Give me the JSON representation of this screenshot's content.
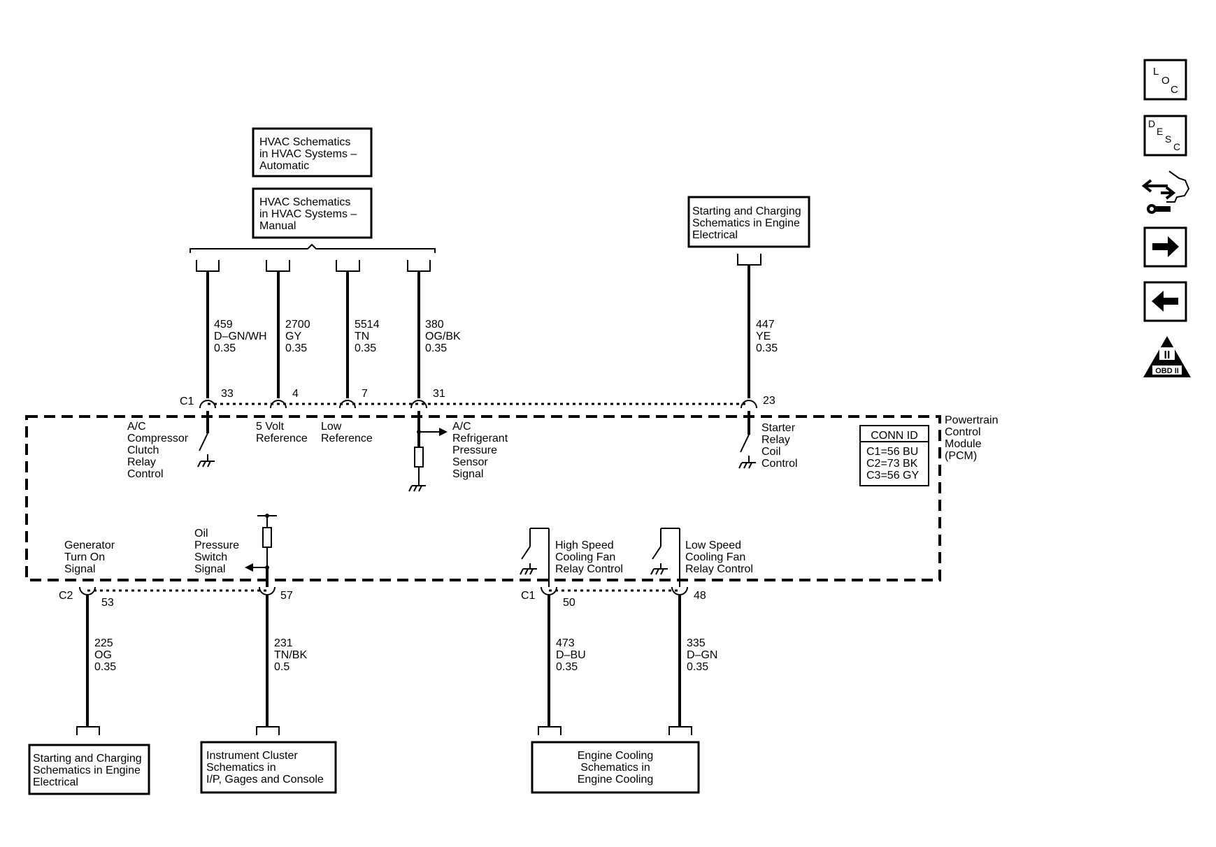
{
  "references": {
    "hvac_auto": [
      "HVAC Schematics",
      "in HVAC Systems –",
      "Automatic"
    ],
    "hvac_manual": [
      "HVAC Schematics",
      "in HVAC Systems –",
      "Manual"
    ],
    "starting_top": [
      "Starting and Charging",
      "Schematics in Engine",
      "Electrical"
    ],
    "starting_bottom": [
      "Starting and Charging",
      "Schematics in Engine",
      "Electrical"
    ],
    "instrument": [
      "Instrument Cluster",
      "Schematics in",
      "I/P, Gages and Console"
    ],
    "engine_cooling": [
      "Engine Cooling",
      "Schematics in",
      "Engine Cooling"
    ]
  },
  "wires": {
    "w459": [
      "459",
      "D–GN/WH",
      "0.35"
    ],
    "w2700": [
      "2700",
      "GY",
      "0.35"
    ],
    "w5514": [
      "5514",
      "TN",
      "0.35"
    ],
    "w380": [
      "380",
      "OG/BK",
      "0.35"
    ],
    "w447": [
      "447",
      "YE",
      "0.35"
    ],
    "w225": [
      "225",
      "OG",
      "0.35"
    ],
    "w231": [
      "231",
      "TN/BK",
      "0.5"
    ],
    "w473": [
      "473",
      "D–BU",
      "0.35"
    ],
    "w335": [
      "335",
      "D–GN",
      "0.35"
    ]
  },
  "connectors": {
    "top": "C1",
    "bottom_left": "C2",
    "bottom_right": "C1"
  },
  "pins": {
    "p33": "33",
    "p4": "4",
    "p7": "7",
    "p31": "31",
    "p23": "23",
    "p53": "53",
    "p57": "57",
    "p50": "50",
    "p48": "48"
  },
  "circuits": {
    "ac_clutch": [
      "A/C",
      "Compressor",
      "Clutch",
      "Relay",
      "Control"
    ],
    "five_volt": [
      "5 Volt",
      "Reference"
    ],
    "low_ref": [
      "Low",
      "Reference"
    ],
    "ac_pressure": [
      "A/C",
      "Refrigerant",
      "Pressure",
      "Sensor",
      "Signal"
    ],
    "starter": [
      "Starter",
      "Relay",
      "Coil",
      "Control"
    ],
    "generator": [
      "Generator",
      "Turn On",
      "Signal"
    ],
    "oil": [
      "Oil",
      "Pressure",
      "Switch",
      "Signal"
    ],
    "high_fan": [
      "High Speed",
      "Cooling Fan",
      "Relay Control"
    ],
    "low_fan": [
      "Low Speed",
      "Cooling Fan",
      "Relay Control"
    ]
  },
  "module": {
    "name": [
      "Powertrain",
      "Control",
      "Module",
      "(PCM)"
    ],
    "conn_id_title": "CONN ID",
    "conn_id": [
      "C1=56 BU",
      "C2=73 BK",
      "C3=56 GY"
    ]
  },
  "nav": {
    "loc": [
      "L",
      "O",
      "C"
    ],
    "desc": [
      "D",
      "E",
      "S",
      "C"
    ],
    "obd_numeral": "II",
    "obd_label": "OBD II",
    "icons": [
      "loc-icon",
      "desc-icon",
      "harness-connector-icon",
      "arrow-right-icon",
      "arrow-left-icon",
      "obd-ii-icon"
    ]
  }
}
